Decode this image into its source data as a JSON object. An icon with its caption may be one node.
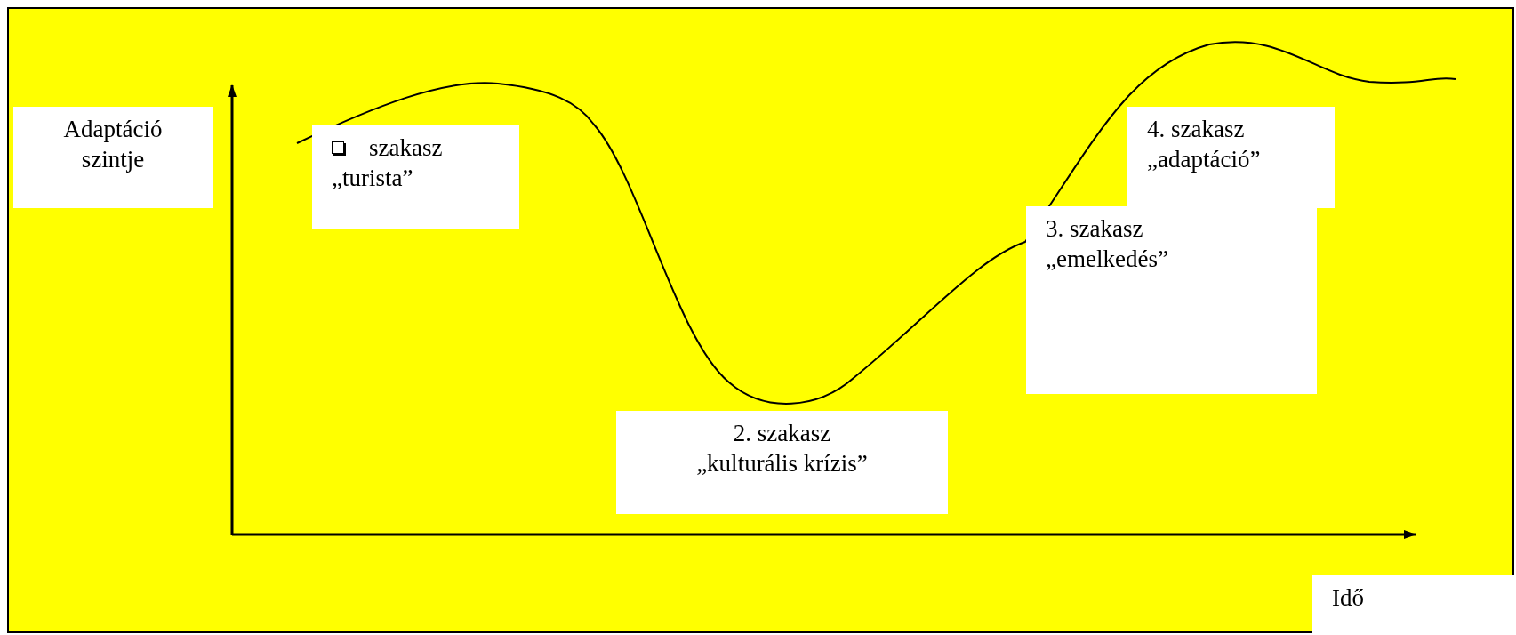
{
  "diagram": {
    "nodes": [
      {
        "text": [
          "Adaptáció szintje"
        ]
      },
      {
        "text": [
          "szakasz",
          "„turista”"
        ]
      },
      {
        "text": [
          "2. szakasz",
          "„kulturális krízis”"
        ]
      },
      {
        "text": [
          "3. szakasz",
          "„emelkedés”"
        ]
      },
      {
        "text": [
          "4. szakasz",
          "„adaptáció”"
        ]
      },
      {
        "text": [
          "Idő"
        ]
      }
    ]
  }
}
